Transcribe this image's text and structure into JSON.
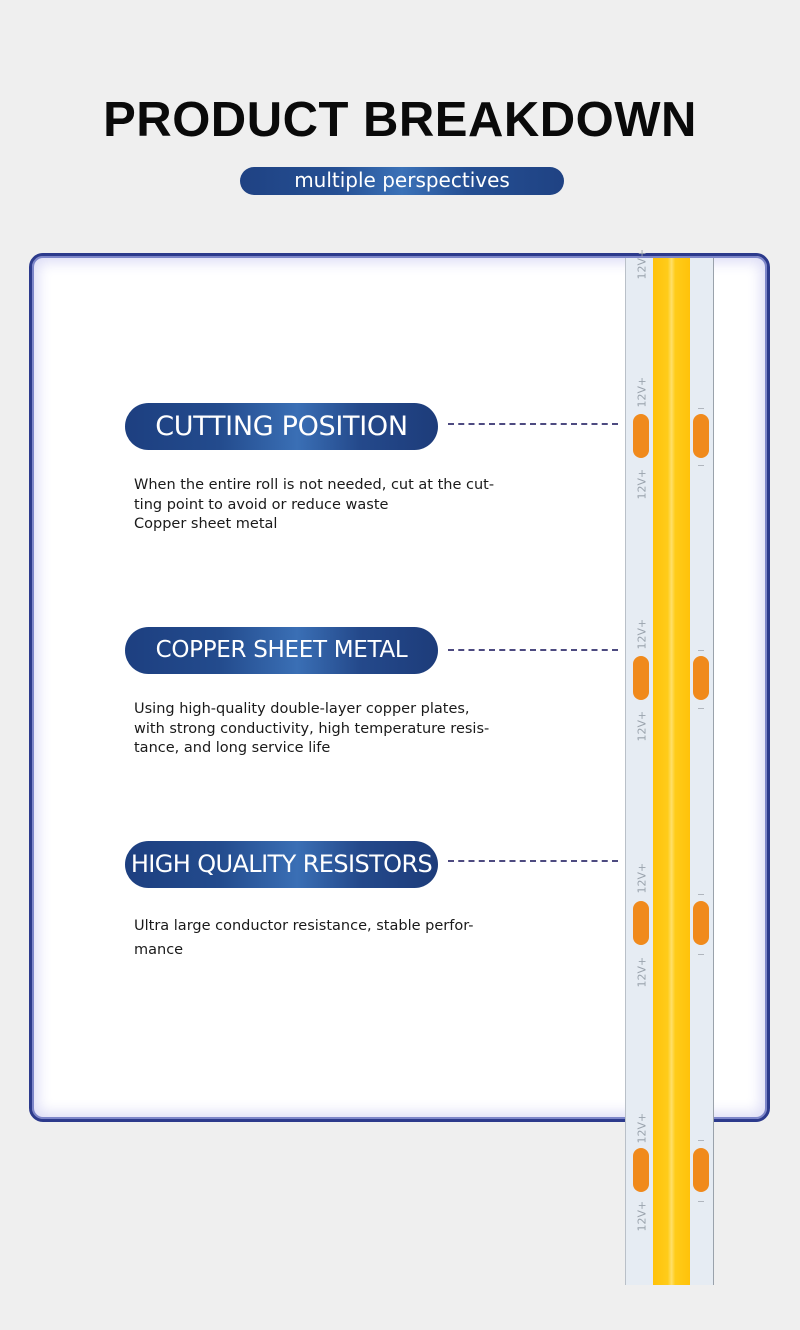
{
  "header": {
    "title": "PRODUCT BREAKDOWN",
    "subtitle": "multiple perspectives"
  },
  "features": [
    {
      "label": "CUTTING POSITION",
      "description_lines": [
        "When the entire roll is not needed, cut at the cut-",
        "ting point to avoid or reduce waste",
        "Copper sheet metal"
      ]
    },
    {
      "label": "COPPER SHEET METAL",
      "description_lines": [
        "Using high-quality double-layer copper plates,",
        "with strong conductivity, high temperature resis-",
        "tance, and long service life"
      ]
    },
    {
      "label": "HIGH QUALITY RESISTORS",
      "description_lines": [
        "Ultra large conductor resistance, stable perfor-",
        "mance"
      ]
    }
  ],
  "strip": {
    "voltage_mark": "12V+",
    "colors": {
      "led": "#ffc20a",
      "pad": "#f08a1c",
      "pcb": "#e6ecf3"
    }
  },
  "colors": {
    "background": "#efefef",
    "card_border": "#2c3a8c",
    "pill_dark": "#1d3f80",
    "pill_light": "#3a6fb5",
    "dash": "#4d4a80"
  }
}
